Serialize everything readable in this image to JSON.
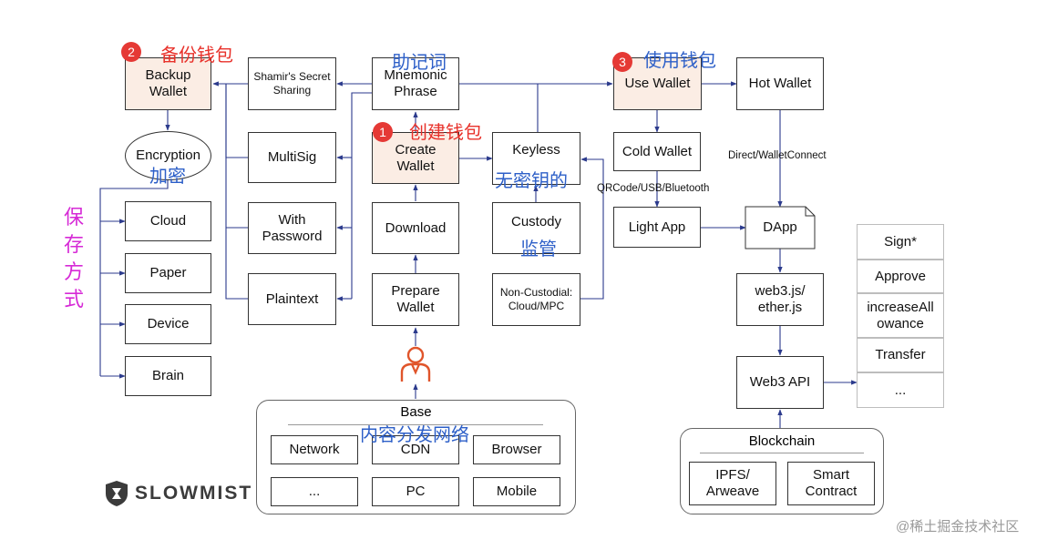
{
  "nodes": {
    "backup_wallet": "Backup\nWallet",
    "encryption": "Encryption",
    "cloud": "Cloud",
    "paper": "Paper",
    "device": "Device",
    "brain": "Brain",
    "shamir": "Shamir's Secret\nSharing",
    "multisig": "MultiSig",
    "with_password": "With\nPassword",
    "plaintext": "Plaintext",
    "mnemonic": "Mnemonic\nPhrase",
    "create_wallet": "Create\nWallet",
    "download": "Download",
    "prepare_wallet": "Prepare\nWallet",
    "keyless": "Keyless",
    "custody": "Custody",
    "non_custodial": "Non-Custodial:\nCloud/MPC",
    "use_wallet": "Use Wallet",
    "hot_wallet": "Hot Wallet",
    "cold_wallet": "Cold Wallet",
    "light_app": "Light App",
    "dapp": "DApp",
    "web3js": "web3.js/\nether.js",
    "web3api": "Web3 API",
    "sign": "Sign*",
    "approve": "Approve",
    "increase": "increaseAll\nowance",
    "transfer": "Transfer",
    "more": "..."
  },
  "groups": {
    "base": {
      "title": "Base",
      "items": [
        "Network",
        "CDN",
        "Browser",
        "...",
        "PC",
        "Mobile"
      ]
    },
    "blockchain": {
      "title": "Blockchain",
      "items": [
        "IPFS/\nArweave",
        "Smart\nContract"
      ]
    }
  },
  "edge_labels": {
    "direct": "Direct/WalletConnect",
    "qrcode": "QRCode/USB/Bluetooth"
  },
  "annotations": {
    "backup": "备份钱包",
    "mnemonic": "助记词",
    "use": "使用钱包",
    "create": "创建钱包",
    "keyless": "无密钥的",
    "custody": "监管",
    "encryption": "加密",
    "storage": "保存方式",
    "cdn": "内容分发网络"
  },
  "badges": {
    "one": "1",
    "two": "2",
    "three": "3"
  },
  "brand": {
    "logo": "SLOWMIST",
    "watermark": "@稀土掘金技术社区"
  },
  "colors": {
    "accent_red": "#e53935",
    "annotation_red": "#e8312a",
    "annotation_blue": "#2d5fc8",
    "annotation_magenta": "#d62ad6",
    "peach": "#fbede4",
    "line": "#2b3a8c"
  }
}
